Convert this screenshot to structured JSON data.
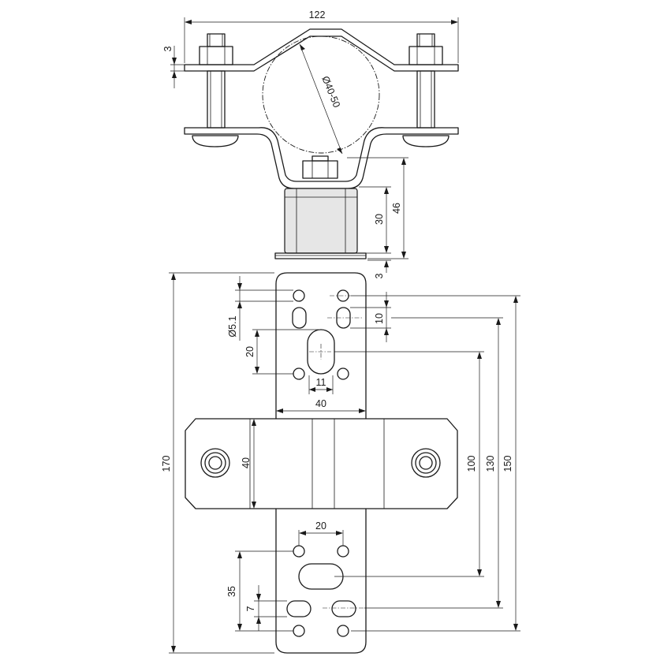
{
  "drawing": {
    "labels": {
      "width_top": "122",
      "plate_thickness": "3",
      "pipe_diameter": "Ø40-50",
      "insulator_height": "30",
      "total_base_height": "46",
      "base_plate_thickness": "3",
      "slot_width": "10",
      "hole_diameter": "Ø5.1",
      "hole_spacing_upper": "20",
      "slot_gap": "11",
      "plate_width": "40",
      "bar_height": "40",
      "total_height": "170",
      "dist_100": "100",
      "dist_130": "130",
      "dist_150": "150",
      "hole_spacing_lower": "20",
      "lower_spacing": "35",
      "lower_slot": "7"
    }
  }
}
